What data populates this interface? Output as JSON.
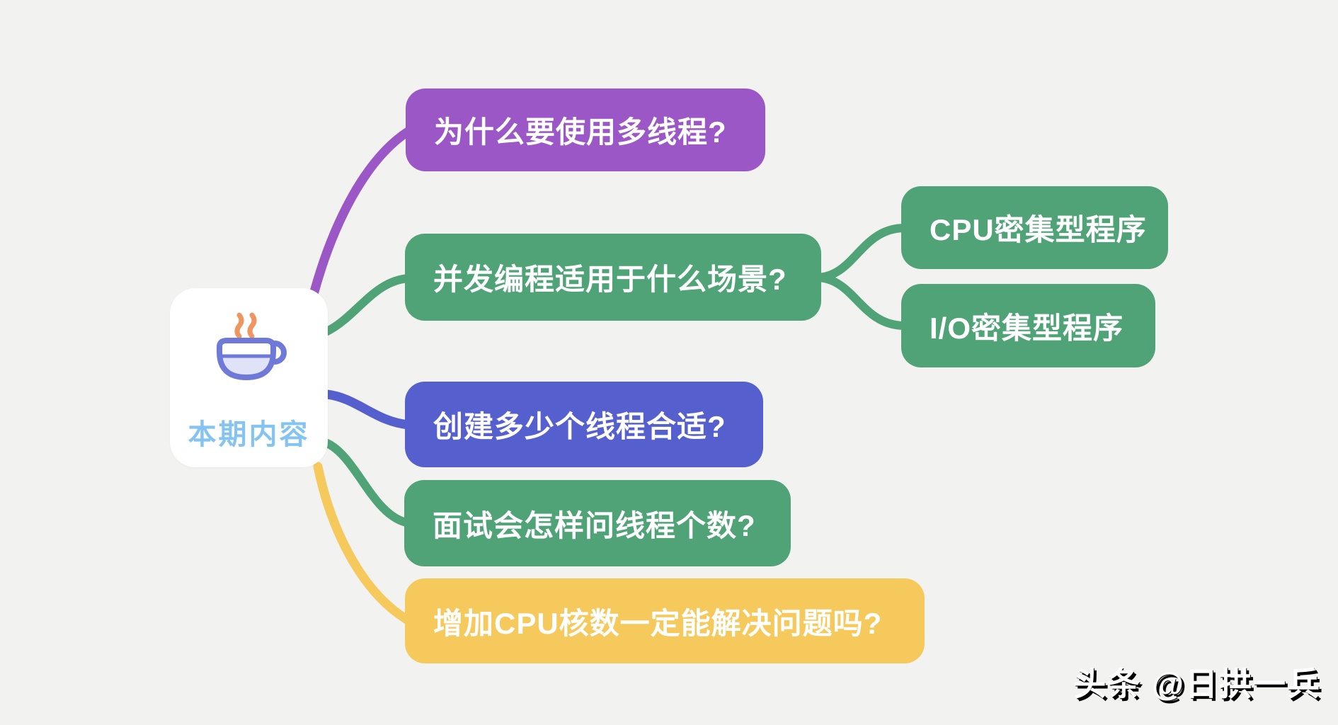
{
  "canvas": {
    "background": "#f2f2f1"
  },
  "center": {
    "label": "本期内容",
    "icon": "coffee-cup-icon",
    "background": "#ffffff",
    "text_color": "#85c4f0",
    "icon_colors": {
      "outline": "#6f79d8",
      "fill": "#e0e3f7",
      "steam": "#ef9660"
    }
  },
  "branches": [
    {
      "id": "why-multithreading",
      "label": "为什么要使用多线程?",
      "color": "#9c57c6",
      "text_color": "#ffffff"
    },
    {
      "id": "concurrency-scenarios",
      "label": "并发编程适用于什么场景?",
      "color": "#4fa377",
      "text_color": "#ffffff",
      "children": [
        {
          "id": "cpu-intensive",
          "label": "CPU密集型程序",
          "color": "#4fa377",
          "text_color": "#ffffff"
        },
        {
          "id": "io-intensive",
          "label": "I/O密集型程序",
          "color": "#4fa377",
          "text_color": "#ffffff"
        }
      ]
    },
    {
      "id": "thread-count",
      "label": "创建多少个线程合适?",
      "color": "#5560ce",
      "text_color": "#ffffff"
    },
    {
      "id": "interview-question",
      "label": "面试会怎样问线程个数?",
      "color": "#4fa377",
      "text_color": "#ffffff"
    },
    {
      "id": "cpu-cores-question",
      "label": "增加CPU核数一定能解决问题吗?",
      "color": "#f6c95c",
      "text_color": "#ffffff"
    }
  ],
  "connector_colors": {
    "purple": "#9c57c6",
    "green": "#4fa377",
    "blue": "#5560ce",
    "yellow": "#f6c95c"
  },
  "watermark": {
    "text": "头条 @日拱一兵"
  }
}
